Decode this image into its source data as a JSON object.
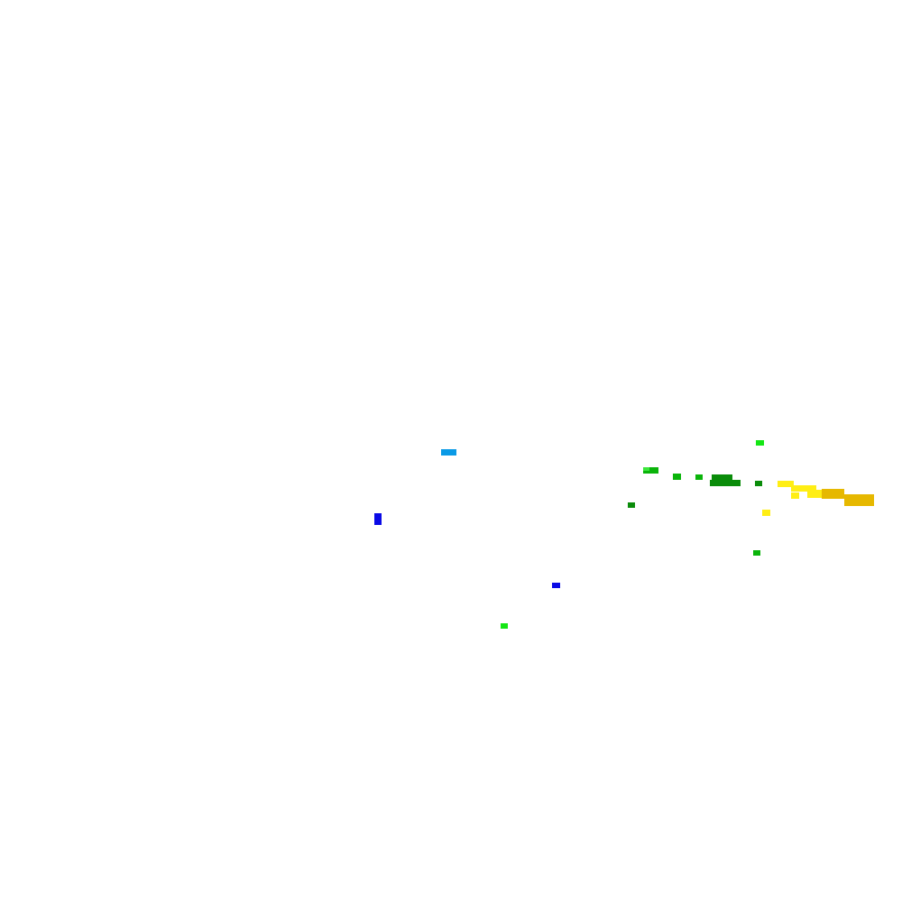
{
  "palette": {
    "background": "#ffffff",
    "sky_blue": "#0a9ae6",
    "blue": "#0a0ae6",
    "bright_green": "#14e614",
    "green": "#0ab40a",
    "dark_green": "#0a8c0a",
    "light_green": "#3ce63c",
    "yellow": "#ffee14",
    "gold": "#e6b800"
  },
  "blobs": [
    {
      "name": "sky-blue-patch-1",
      "color": "sky_blue"
    },
    {
      "name": "blue-patch-1",
      "color": "blue"
    },
    {
      "name": "blue-patch-2",
      "color": "blue"
    },
    {
      "name": "bright-green-patch-1",
      "color": "bright_green"
    },
    {
      "name": "bright-green-patch-2",
      "color": "bright_green"
    },
    {
      "name": "green-patch-1",
      "color": "green"
    },
    {
      "name": "green-patch-2",
      "color": "green"
    },
    {
      "name": "green-patch-3",
      "color": "green"
    },
    {
      "name": "green-patch-4",
      "color": "green"
    },
    {
      "name": "dark-green-patch-1",
      "color": "dark_green"
    },
    {
      "name": "dark-green-patch-2",
      "color": "dark_green"
    },
    {
      "name": "dark-green-patch-3",
      "color": "dark_green"
    },
    {
      "name": "dark-green-patch-4",
      "color": "dark_green"
    },
    {
      "name": "light-green-patch-1",
      "color": "light_green"
    },
    {
      "name": "yellow-patch-1",
      "color": "yellow"
    },
    {
      "name": "yellow-patch-2",
      "color": "yellow"
    },
    {
      "name": "yellow-patch-3",
      "color": "yellow"
    },
    {
      "name": "yellow-patch-4",
      "color": "yellow"
    },
    {
      "name": "yellow-patch-5",
      "color": "yellow"
    },
    {
      "name": "gold-patch-1",
      "color": "gold"
    },
    {
      "name": "gold-patch-2",
      "color": "gold"
    }
  ]
}
